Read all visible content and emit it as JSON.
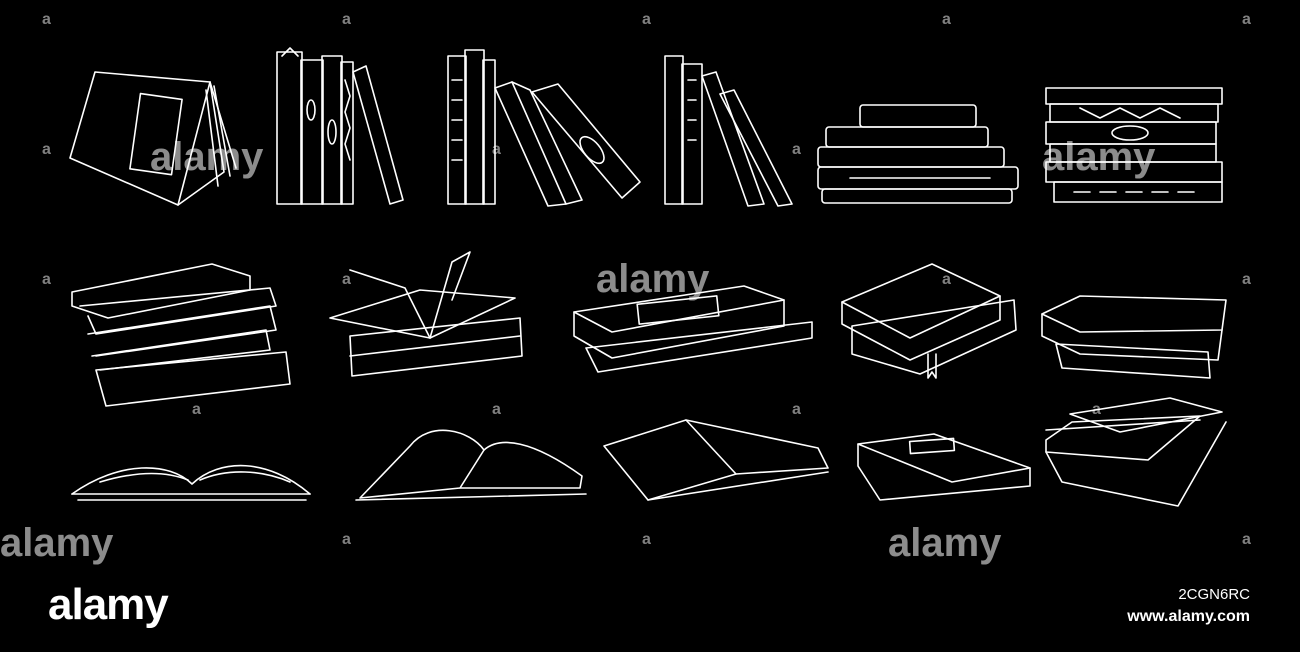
{
  "watermark": {
    "brand": "alamy",
    "small_mark": "a",
    "stock_id": "2CGN6RC",
    "url": "www.alamy.com"
  },
  "colors": {
    "background": "#000000",
    "line": "#ffffff"
  },
  "illustrations": [
    "open-book-tent-icon",
    "standing-books-row-icon",
    "leaning-books-row-icon",
    "standing-books-leaning-icon",
    "horizontal-book-stack-icon",
    "decorated-book-stack-icon",
    "tall-book-pile-icon",
    "open-book-on-stack-icon",
    "large-book-on-stack-icon",
    "book-with-bookmark-stack-icon",
    "two-book-stack-icon",
    "open-book-flat-icon",
    "open-hardcover-icon",
    "open-book-angled-icon",
    "closed-book-icon",
    "three-book-stack-icon"
  ]
}
